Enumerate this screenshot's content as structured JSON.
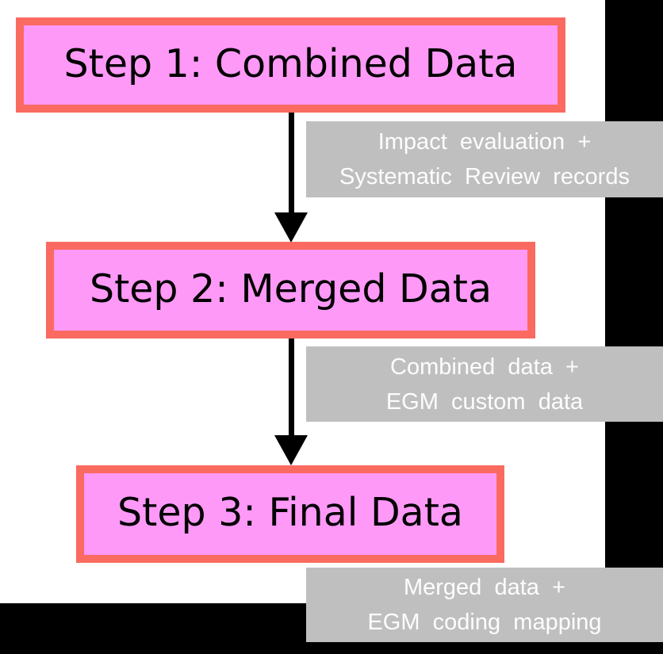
{
  "diagram": {
    "type": "flowchart",
    "direction": "top-down",
    "steps": [
      {
        "title": "Step 1: Combined Data"
      },
      {
        "title": "Step 2: Merged Data"
      },
      {
        "title": "Step 3: Final Data"
      }
    ],
    "annotations": [
      {
        "line1": "Impact evaluation +",
        "line2": "Systematic Review records"
      },
      {
        "line1": "Combined data +",
        "line2": "EGM custom data"
      },
      {
        "line1": "Merged data +",
        "line2": "EGM coding mapping"
      }
    ],
    "colors": {
      "background": "#000000",
      "paper": "#ffffff",
      "step_fill": "#fe99f8",
      "step_border": "#fa6a60",
      "step_text": "#000000",
      "annotation_bg": "#bfbfbf",
      "annotation_text": "#fdfdfd",
      "arrow": "#000000"
    }
  }
}
